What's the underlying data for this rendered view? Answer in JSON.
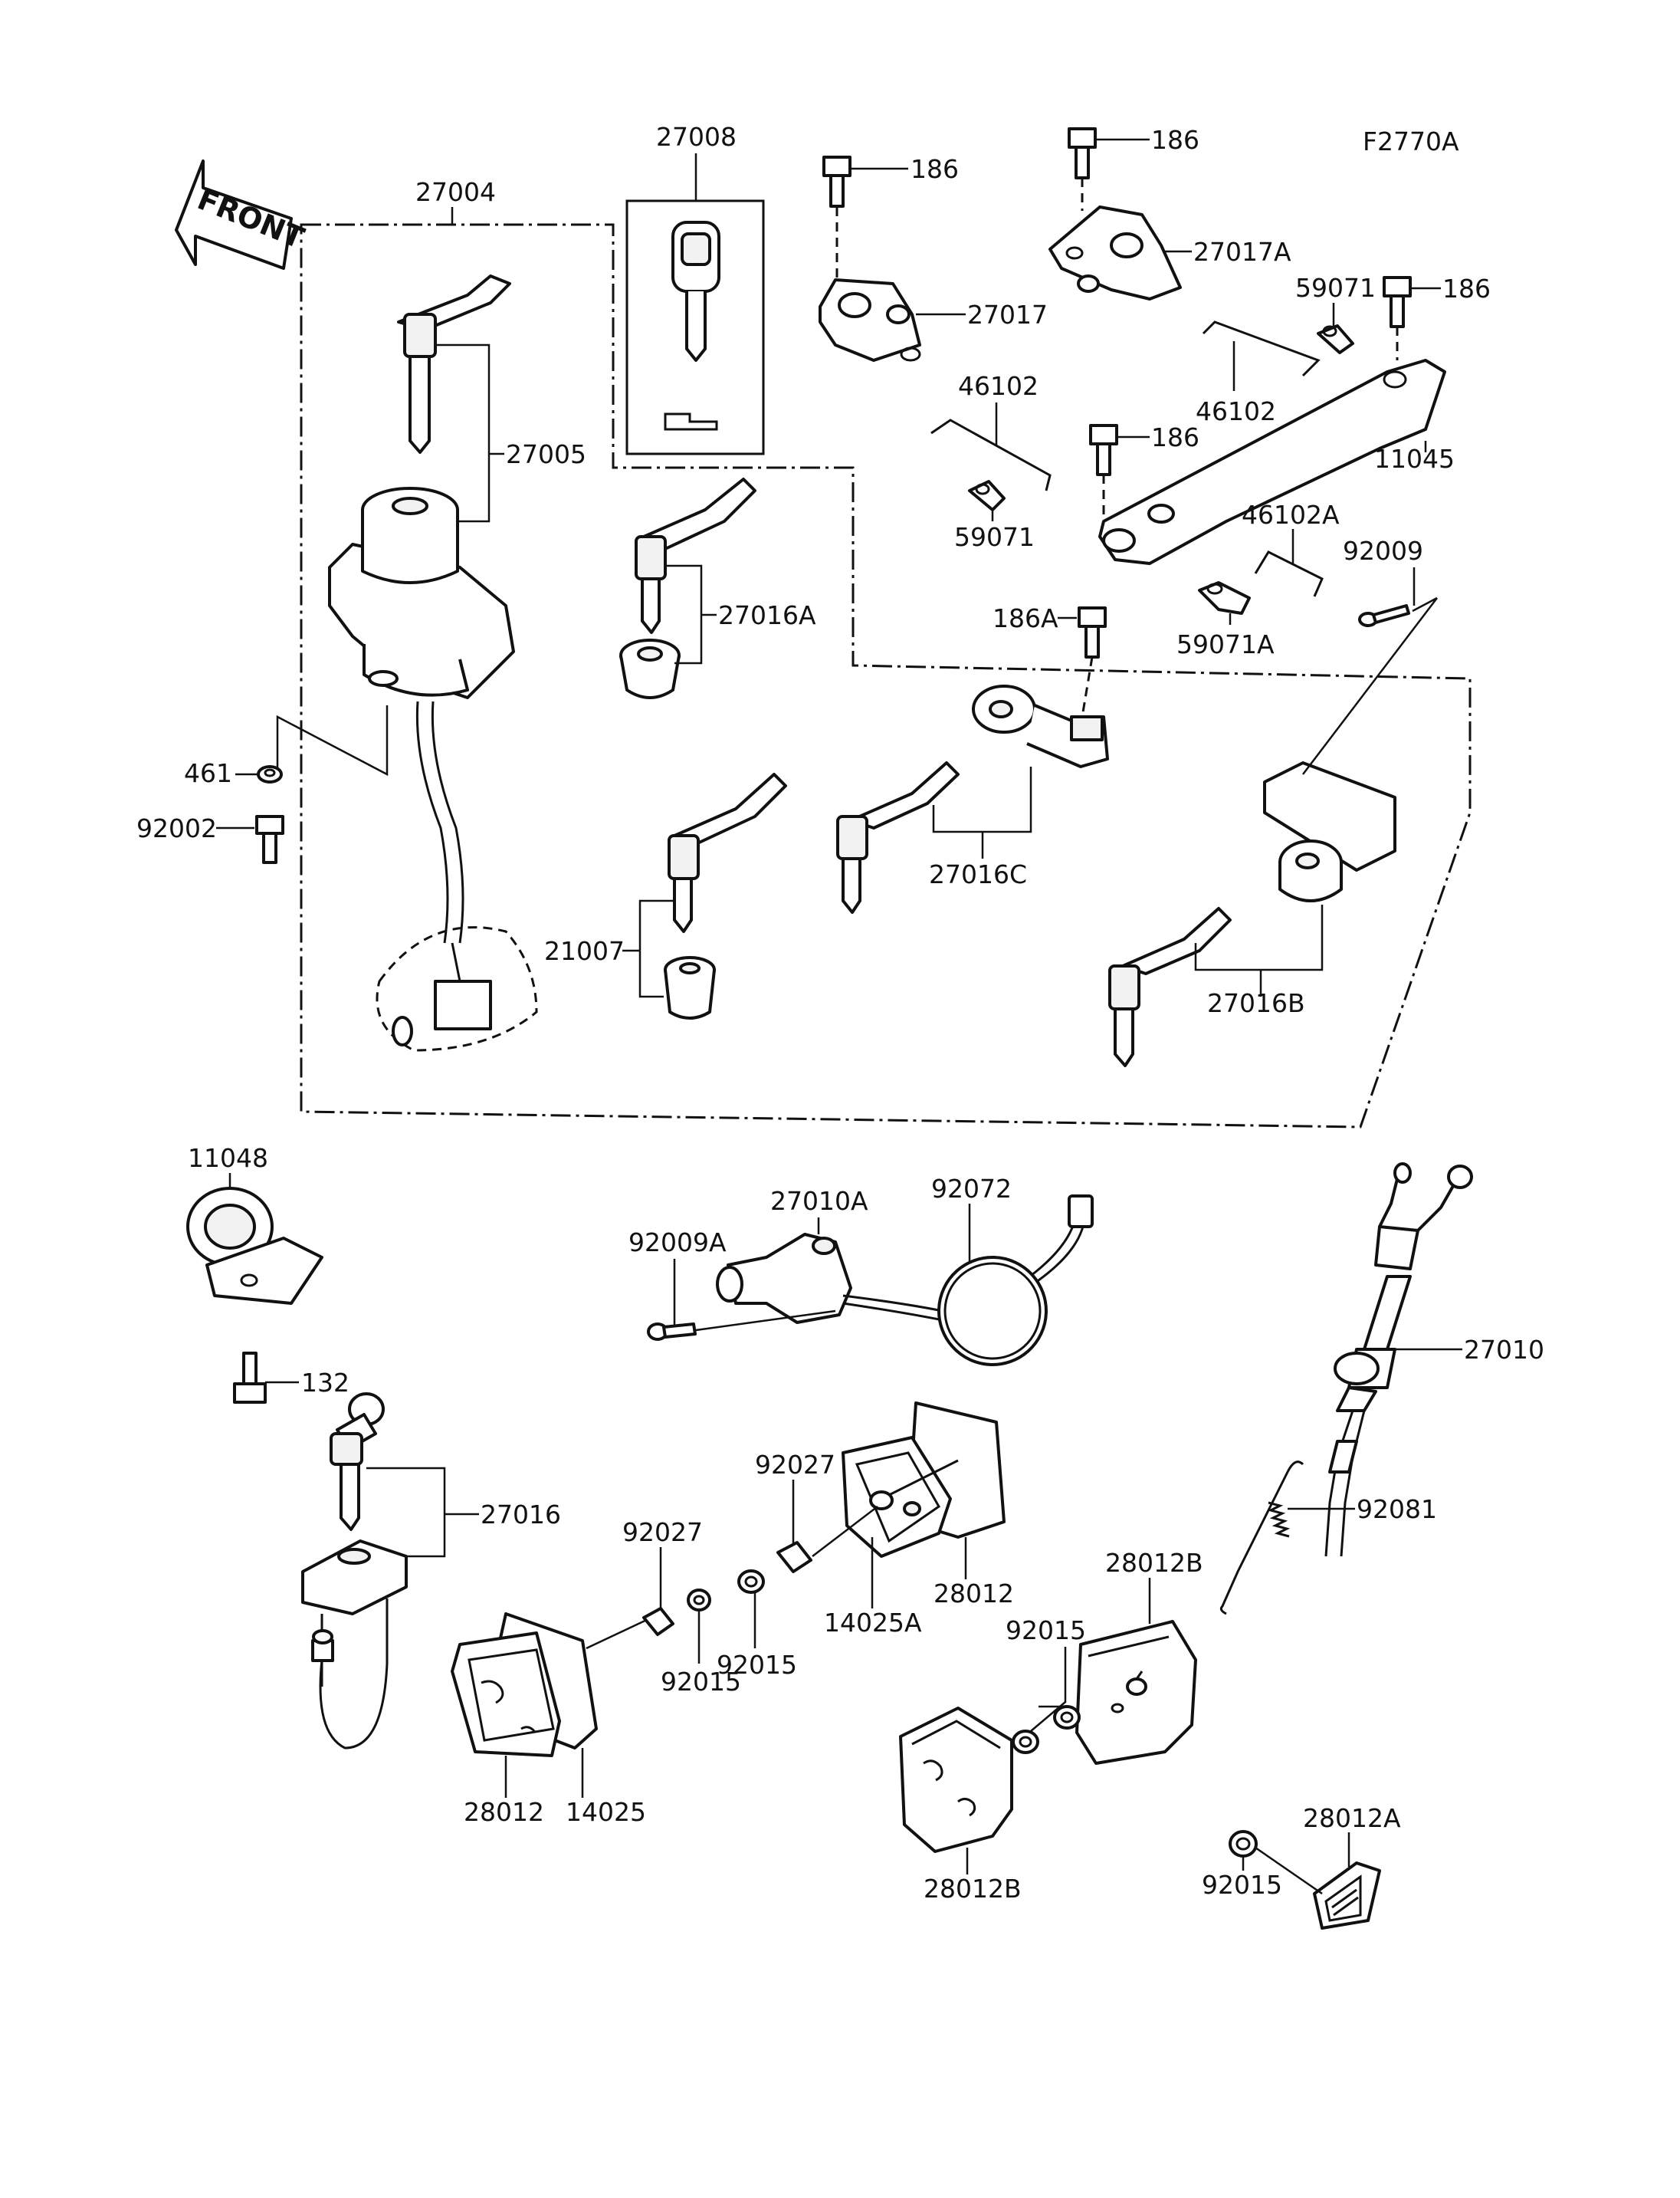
{
  "figure_code": "F2770A",
  "front_label": "FRONT",
  "parts": {
    "p27004": "27004",
    "p27005": "27005",
    "p27008": "27008",
    "p27016A": "27016A",
    "p27016C": "27016C",
    "p27016B": "27016B",
    "p21007": "21007",
    "p461": "461",
    "p92002": "92002",
    "p186_a": "186",
    "p186_b": "186",
    "p186_c": "186",
    "p186_d": "186",
    "p186A": "186A",
    "p27017": "27017",
    "p27017A": "27017A",
    "p46102_a": "46102",
    "p46102_b": "46102",
    "p46102A": "46102A",
    "p59071_a": "59071",
    "p59071_b": "59071",
    "p59071A": "59071A",
    "p11045": "11045",
    "p92009": "92009",
    "p11048": "11048",
    "p92009A": "92009A",
    "p27010A": "27010A",
    "p92072": "92072",
    "p27010": "27010",
    "p92081": "92081",
    "p132": "132",
    "p27016": "27016",
    "p92027_a": "92027",
    "p92027_b": "92027",
    "p92015_a": "92015",
    "p92015_b": "92015",
    "p92015_c": "92015",
    "p92015_d": "92015",
    "p14025": "14025",
    "p14025A": "14025A",
    "p28012_a": "28012",
    "p28012_b": "28012",
    "p28012B_a": "28012B",
    "p28012B_b": "28012B",
    "p28012A": "28012A"
  }
}
